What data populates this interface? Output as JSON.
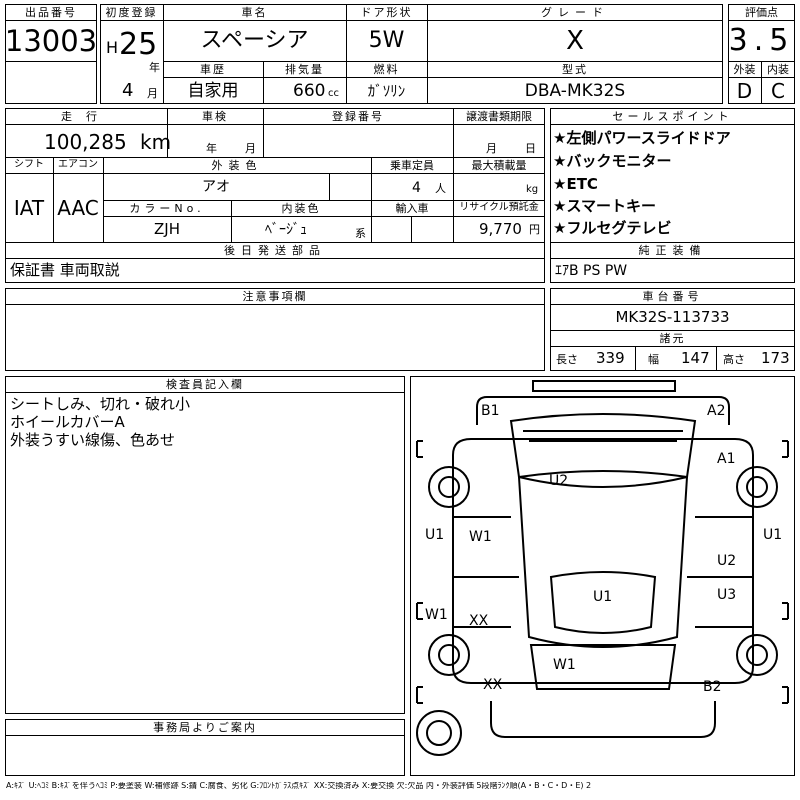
{
  "header": {
    "lot_label": "出品番号",
    "lot_value": "13003",
    "first_reg_label": "初度登録",
    "era": "H",
    "year_value": "25",
    "year_unit": "年",
    "month_value": "4",
    "month_unit": "月",
    "car_name_label": "車名",
    "car_name": "スペーシア",
    "door_label": "ドア形状",
    "door_value": "5W",
    "grade_label": "グレード",
    "grade_value": "X",
    "score_label": "評価点",
    "score_value": "3.5",
    "history_label": "車歴",
    "history_value": "自家用",
    "displacement_label": "排気量",
    "displacement_value": "660",
    "displacement_unit": "cc",
    "fuel_label": "燃料",
    "fuel_value": "ｶﾞｿﾘﾝ",
    "model_label": "型式",
    "model_value": "DBA-MK32S",
    "exterior_label": "外装",
    "exterior_value": "D",
    "interior_label": "内装",
    "interior_value": "C"
  },
  "row2": {
    "mileage_label": "走行",
    "mileage_value": "100,285",
    "mileage_unit": "km",
    "inspection_label": "車検",
    "inspection_year_unit": "年",
    "inspection_month_unit": "月",
    "plate_label": "登録番号",
    "transfer_label": "譲渡書類期限",
    "transfer_month_unit": "月",
    "transfer_day_unit": "日",
    "shift_label": "シフト",
    "shift_value": "IAT",
    "ac_label": "エアコン",
    "ac_value": "AAC",
    "color_label": "外装色",
    "color_value": "アオ",
    "capacity_label": "乗車定員",
    "capacity_value": "4",
    "capacity_unit": "人",
    "load_label": "最大積載量",
    "load_unit": "kg",
    "color_no_label": "カラーNo.",
    "color_no_value": "ZJH",
    "int_color_label": "内装色",
    "int_color_value": "ﾍﾞｰｼﾞｭ",
    "int_color_unit": "系",
    "import_label": "輸入車",
    "recycle_label": "リサイクル預託金",
    "recycle_value": "9,770",
    "recycle_unit": "円",
    "later_label": "後日発送部品",
    "later_value": "保証書 車両取説"
  },
  "sales": {
    "label": "セールスポイント",
    "items": [
      "★左側パワースライドドア",
      "★バックモニター",
      "★ETC",
      "★スマートキー",
      "★フルセグテレビ"
    ]
  },
  "genuine": {
    "label": "純正装備",
    "value": "ｴｱB PS PW"
  },
  "notes": {
    "label": "注意事項欄"
  },
  "chassis": {
    "label": "車台番号",
    "value": "MK32S-113733",
    "dims_label": "諸元",
    "length_label": "長さ",
    "length_value": "339",
    "width_label": "幅",
    "width_value": "147",
    "height_label": "高さ",
    "height_value": "173"
  },
  "inspector": {
    "label": "検査員記入欄",
    "lines": [
      "シートしみ、切れ・破れ小",
      "ホイールカバーA",
      "外装うすい線傷、色あせ"
    ]
  },
  "office": {
    "label": "事務局よりご案内"
  },
  "diagram_marks": {
    "b1": "B1",
    "a2": "A2",
    "a1": "A1",
    "u2_top": "U2",
    "u1_left": "U1",
    "u1_right": "U1",
    "w1_left": "W1",
    "u2_right": "U2",
    "u1_center": "U1",
    "w1_side": "W1",
    "u3": "U3",
    "xx_mid": "XX",
    "w1_rear": "W1",
    "xx_rear": "XX",
    "b2": "B2"
  },
  "legend": "A:ｷｽﾞ U:ﾍｺﾐ B:ｷｽﾞを伴うﾍｺﾐ P:要塗装 W:補修跡 S:錆 C:腐食、劣化 G:ﾌﾛﾝﾄｶﾞﾗｽ点ｷｽﾞ XX:交換済み X:要交換 欠:欠品 内・外装評価 5段階ﾗﾝｸ順(A・B・C・D・E) 2"
}
